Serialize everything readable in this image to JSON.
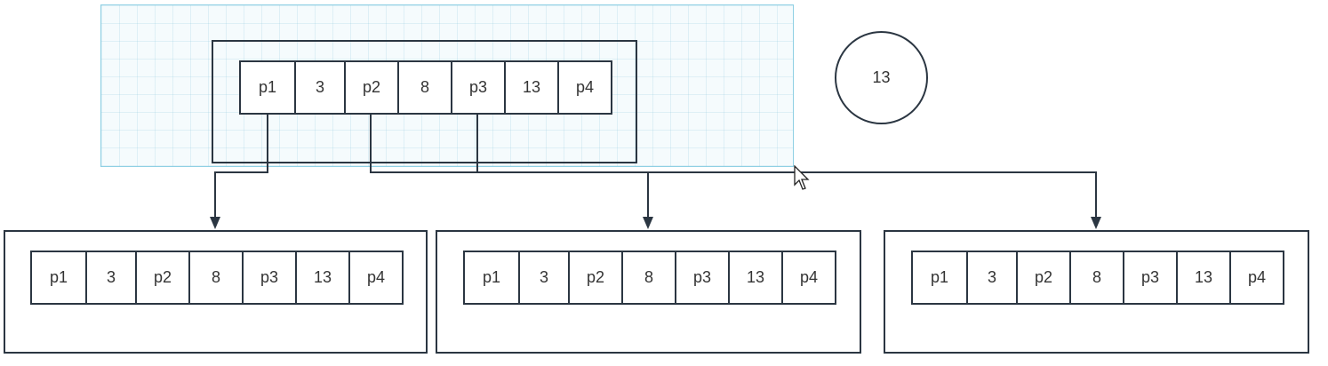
{
  "circle": {
    "label": "13"
  },
  "root": {
    "cells": [
      "p1",
      "3",
      "p2",
      "8",
      "p3",
      "13",
      "p4"
    ]
  },
  "children": [
    {
      "cells": [
        "p1",
        "3",
        "p2",
        "8",
        "p3",
        "13",
        "p4"
      ]
    },
    {
      "cells": [
        "p1",
        "3",
        "p2",
        "8",
        "p3",
        "13",
        "p4"
      ]
    },
    {
      "cells": [
        "p1",
        "3",
        "p2",
        "8",
        "p3",
        "13",
        "p4"
      ]
    }
  ],
  "colors": {
    "stroke": "#2b3642",
    "selection": "#8fd0e4"
  }
}
